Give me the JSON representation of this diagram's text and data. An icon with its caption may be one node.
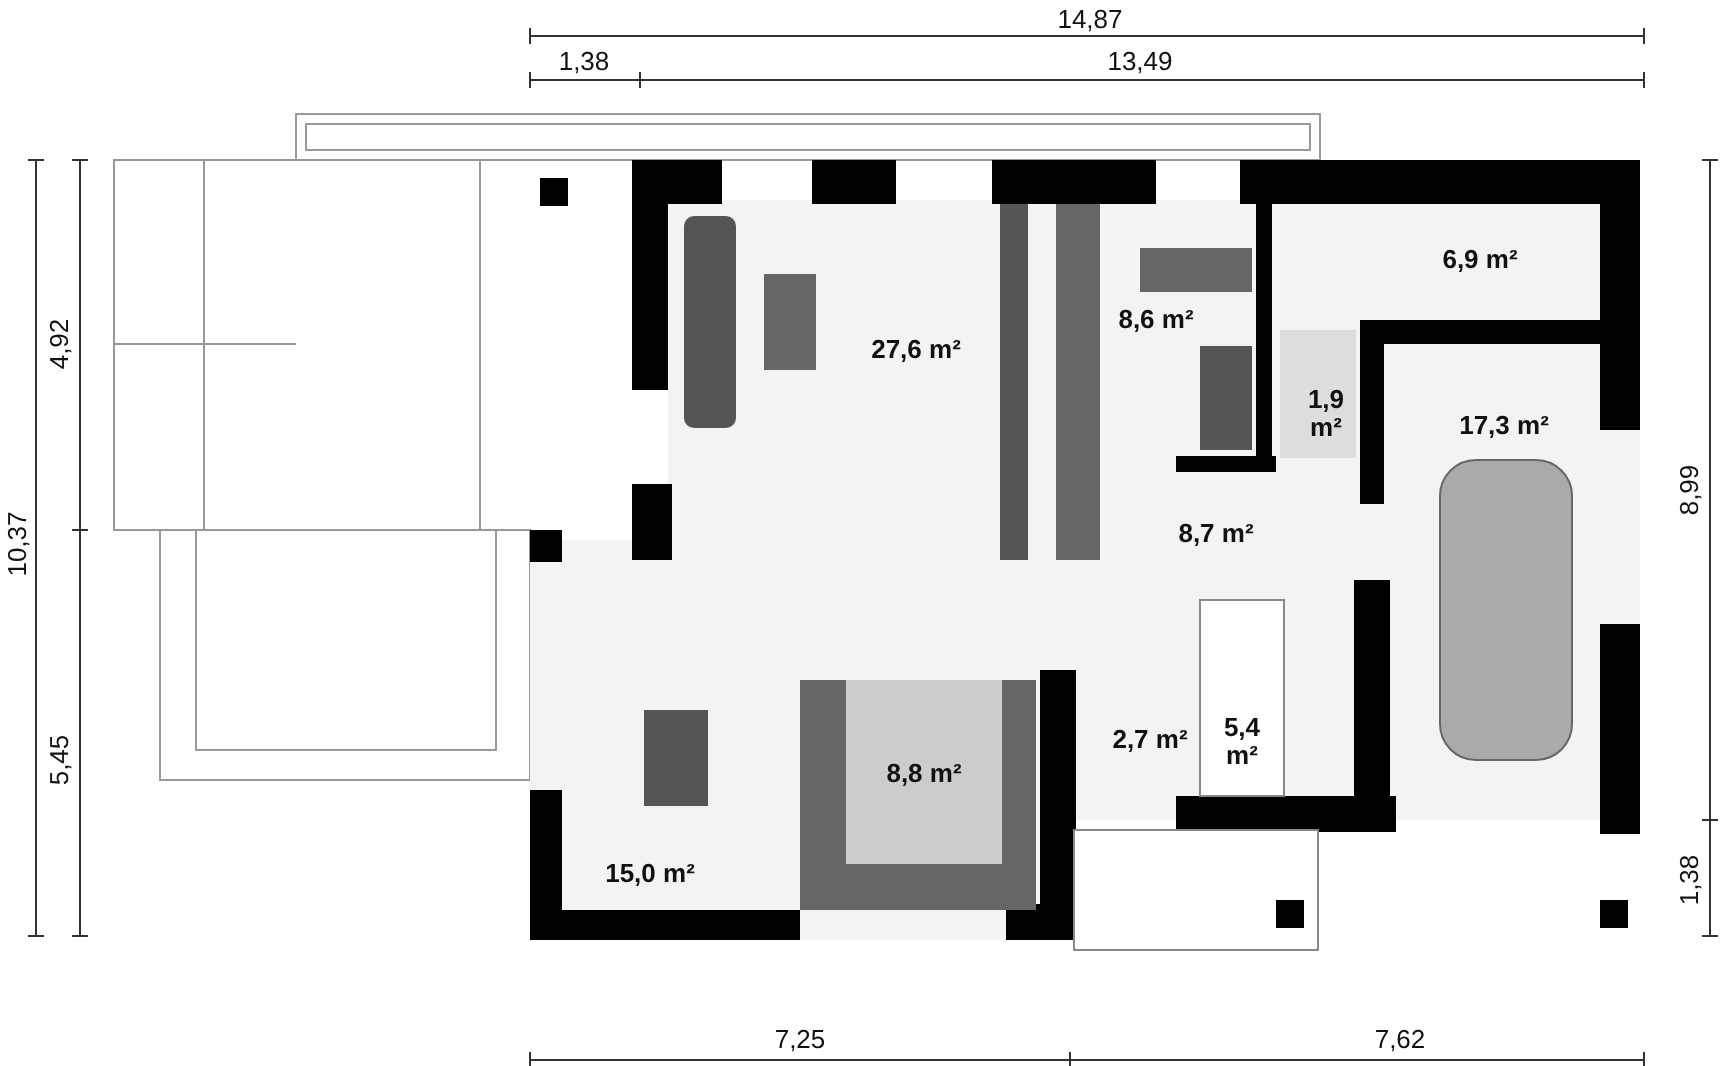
{
  "diagram": {
    "labels": [
      "14,87",
      "1,38",
      "13,49",
      "6,9 m²",
      "4,92",
      "27,6 m²",
      "8,6 m²",
      "1,9 m²",
      "17,3 m²",
      "8,99",
      "10,37",
      "8,7 m²",
      "5,45",
      "2,7 m²",
      "5,4 m²",
      "8,8 m²",
      "15,0 m²",
      "1,38",
      "7,25",
      "7,62"
    ]
  }
}
